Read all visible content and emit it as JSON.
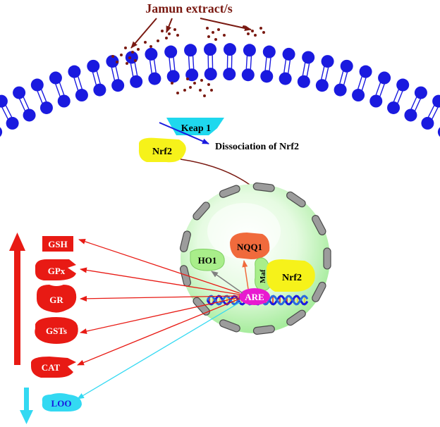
{
  "title": "Jamun extract/s",
  "labels": {
    "keap1": "Keap 1",
    "nrf2_cytoplasm": "Nrf2",
    "dissociation": "Dissociation of Nrf2",
    "nrf2_nucleus": "Nrf2",
    "maf": "Maf",
    "are": "ARE",
    "ho1": "HO1",
    "nqq1": "NQQ1"
  },
  "upregulated": [
    "GSH",
    "GPx",
    "GR",
    "GSTs",
    "CAT"
  ],
  "downregulated": [
    "LOO"
  ],
  "colors": {
    "lipid_head": "#1a1adf",
    "extract_dots": "#7a1a12",
    "keap1": "#1fd8ee",
    "nrf2": "#f6f21a",
    "are": "#e81ad0",
    "enzyme_red": "#e81a14",
    "loo": "#33d9f2",
    "nucleus": "#c9f5c3",
    "ho1": "#a9ee8a",
    "nqq1": "#f06a3c"
  }
}
